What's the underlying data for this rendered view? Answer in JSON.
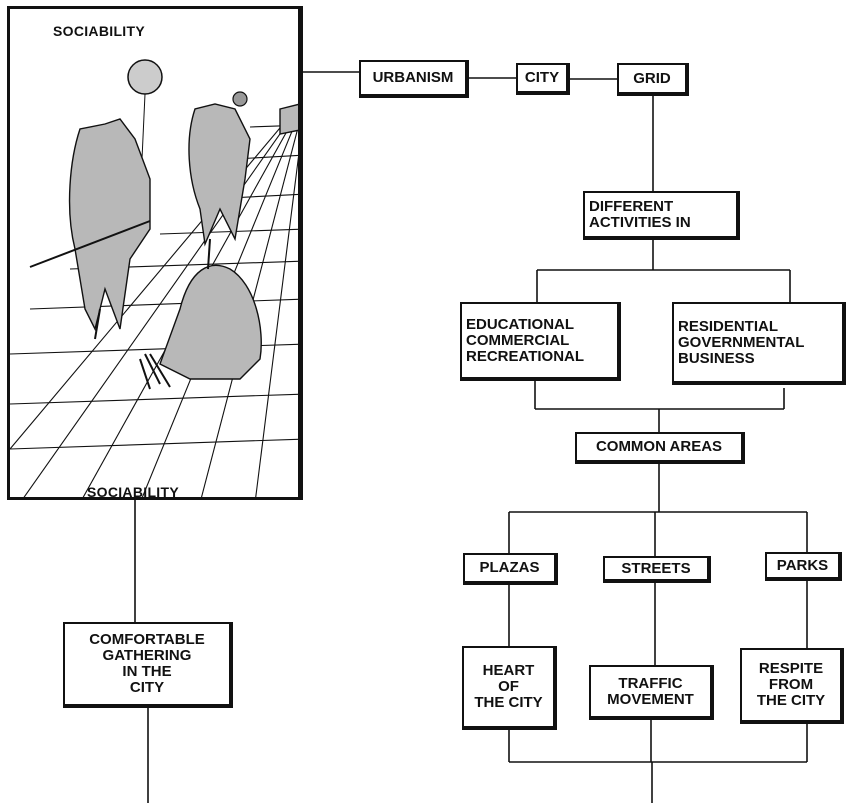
{
  "illustration": {
    "top_label": "SOCIABILITY",
    "bottom_label": "SOCIABILITY"
  },
  "nodes": {
    "urbanism": "URBANISM",
    "city": "CITY",
    "grid": "GRID",
    "different_activities": "DIFFERENT\nACTIVITIES IN",
    "educational": "EDUCATIONAL\nCOMMERCIAL\nRECREATIONAL",
    "residential": "RESIDENTIAL\nGOVERNMENTAL\nBUSINESS",
    "common_areas": "COMMON AREAS",
    "plazas": "PLAZAS",
    "streets": "STREETS",
    "parks": "PARKS",
    "heart": "HEART\nOF\nTHE CITY",
    "traffic": "TRAFFIC\nMOVEMENT",
    "respite": "RESPITE\nFROM\nTHE CITY",
    "comfortable": "COMFORTABLE\nGATHERING\nIN THE\nCITY"
  }
}
